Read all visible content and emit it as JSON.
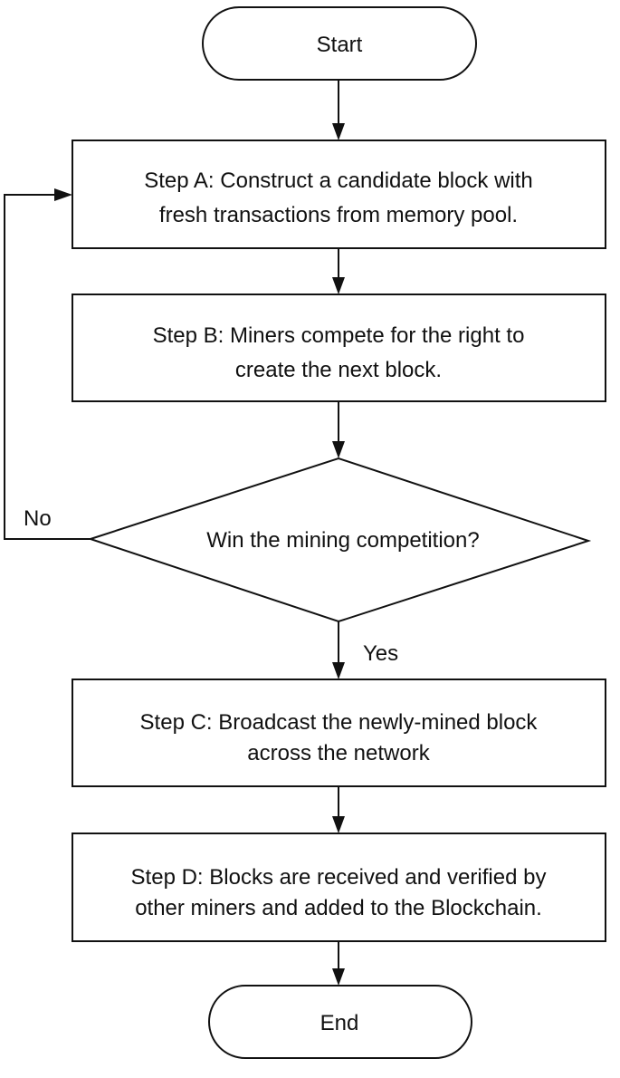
{
  "nodes": {
    "start": {
      "text": "Start"
    },
    "step_a": {
      "lines": [
        "Step A: Construct a candidate block with",
        "fresh transactions from memory pool."
      ]
    },
    "step_b": {
      "lines": [
        "Step B: Miners compete for the right to",
        "create the next block."
      ]
    },
    "decision": {
      "text": "Win the mining competition?"
    },
    "step_c": {
      "lines": [
        "Step C: Broadcast the newly-mined block",
        "across the network"
      ]
    },
    "step_d": {
      "lines": [
        "Step D: Blocks are received and verified by",
        "other miners and added to the Blockchain."
      ]
    },
    "end": {
      "text": "End"
    }
  },
  "edges": {
    "no_label": "No",
    "yes_label": "Yes"
  }
}
